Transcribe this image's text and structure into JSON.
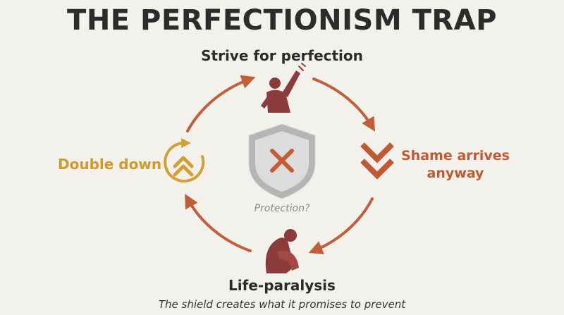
{
  "title": "THE PERFECTIONISM TRAP",
  "nodes": {
    "top": "Strive for perfection",
    "right": "Shame arrives anyway",
    "bottom": "Life-paralysis",
    "left": "Double down"
  },
  "center_label": "Protection?",
  "caption": "The shield creates what it promises to prevent",
  "colors": {
    "arrow": "#c0603a",
    "figure": "#8c3b3b",
    "gold": "#d4a033",
    "shield": "#b5b5b5",
    "x_mark": "#c65a33"
  },
  "icons": {
    "top": "raised-arm-figure-icon",
    "right": "double-chevron-down-icon",
    "bottom": "crouching-figure-icon",
    "left": "cycle-up-arrows-icon",
    "center": "shield-x-icon"
  }
}
